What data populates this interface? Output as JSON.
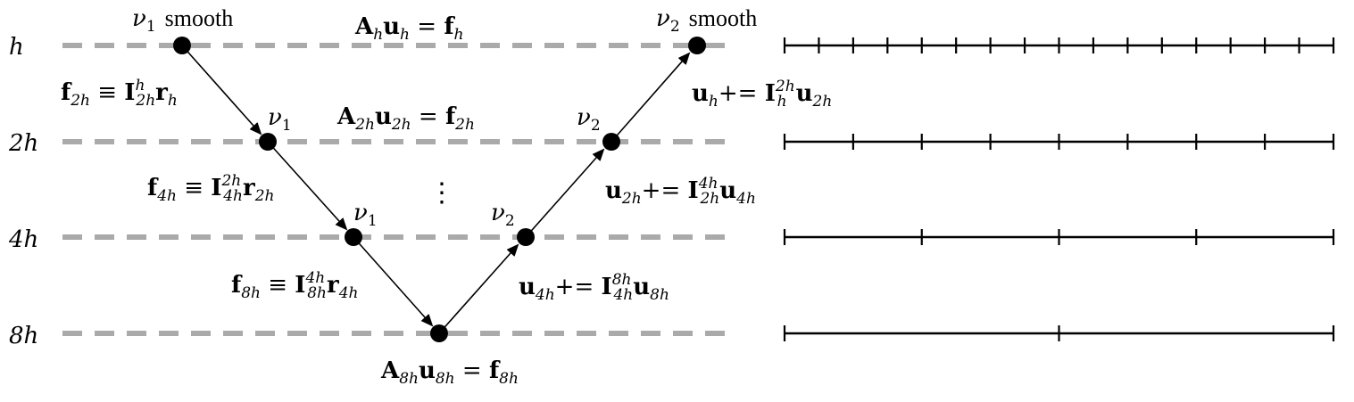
{
  "levels": [
    "h",
    "2h",
    "4h",
    "8h"
  ],
  "smooth_labels": {
    "pre": {
      "nu": "ν",
      "sub": "1",
      "word": "smooth"
    },
    "post": {
      "nu": "ν",
      "sub": "2",
      "word": "smooth"
    }
  },
  "equations": {
    "level_h": {
      "A": "A",
      "A_sub": "h",
      "u": "u",
      "u_sub": "h",
      "eq": " = ",
      "f": "f",
      "f_sub": "h"
    },
    "level_2h": {
      "A": "A",
      "A_sub": "2h",
      "u": "u",
      "u_sub": "2h",
      "eq": " = ",
      "f": "f",
      "f_sub": "2h"
    },
    "level_8h": {
      "A": "A",
      "A_sub": "8h",
      "u": "u",
      "u_sub": "8h",
      "eq": " = ",
      "f": "f",
      "f_sub": "8h"
    }
  },
  "restrictions": [
    {
      "f": "f",
      "f_sub": "2h",
      "equiv": " ≡ ",
      "I": "I",
      "I_sup": "h",
      "I_sub": "2h",
      "r": "r",
      "r_sub": "h"
    },
    {
      "f": "f",
      "f_sub": "4h",
      "equiv": " ≡ ",
      "I": "I",
      "I_sup": "2h",
      "I_sub": "4h",
      "r": "r",
      "r_sub": "2h"
    },
    {
      "f": "f",
      "f_sub": "8h",
      "equiv": " ≡ ",
      "I": "I",
      "I_sup": "4h",
      "I_sub": "8h",
      "r": "r",
      "r_sub": "4h"
    }
  ],
  "prolongations": [
    {
      "u": "u",
      "u_sub": "h",
      "op": "+= ",
      "I": "I",
      "I_sup": "2h",
      "I_sub": "h",
      "u2": "u",
      "u2_sub": "2h"
    },
    {
      "u": "u",
      "u_sub": "2h",
      "op": "+= ",
      "I": "I",
      "I_sup": "4h",
      "I_sub": "2h",
      "u2": "u",
      "u2_sub": "4h"
    },
    {
      "u": "u",
      "u_sub": "4h",
      "op": "+= ",
      "I": "I",
      "I_sup": "8h",
      "I_sub": "4h",
      "u2": "u",
      "u2_sub": "8h"
    }
  ],
  "node_labels": {
    "pre_2h": {
      "nu": "ν",
      "sub": "1"
    },
    "pre_4h": {
      "nu": "ν",
      "sub": "1"
    },
    "post_4h": {
      "nu": "ν",
      "sub": "2"
    },
    "post_2h": {
      "nu": "ν",
      "sub": "2"
    }
  },
  "vdots": "⋮",
  "grids": [
    {
      "level": "h",
      "intervals": 16
    },
    {
      "level": "2h",
      "intervals": 8
    },
    {
      "level": "4h",
      "intervals": 4
    },
    {
      "level": "8h",
      "intervals": 2
    }
  ],
  "colors": {
    "dash": "#aaaaaa",
    "ink": "#000000"
  }
}
